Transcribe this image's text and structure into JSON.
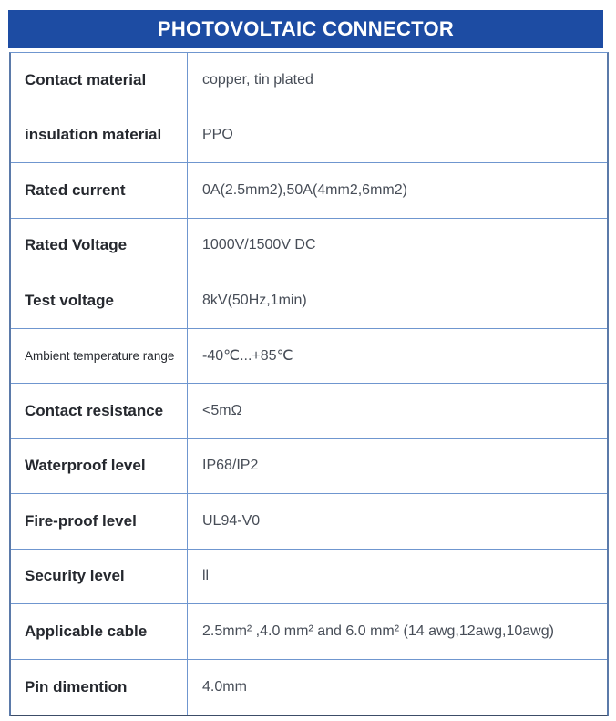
{
  "header": {
    "title": "PHOTOVOLTAIC CONNECTOR"
  },
  "table": {
    "rows": [
      {
        "label": "Contact material",
        "value": "copper, tin plated"
      },
      {
        "label": "insulation material",
        "value": "PPO"
      },
      {
        "label": "Rated current",
        "value": "0A(2.5mm2),50A(4mm2,6mm2)"
      },
      {
        "label": "Rated Voltage",
        "value": "1000V/1500V DC"
      },
      {
        "label": "Test voltage",
        "value": "8kV(50Hz,1min)"
      },
      {
        "label": "Ambient temperature range",
        "value": "-40℃...+85℃"
      },
      {
        "label": "Contact resistance",
        "value": "<5mΩ"
      },
      {
        "label": "Waterproof level",
        "value": "IP68/IP2"
      },
      {
        "label": "Fire-proof level",
        "value": "UL94-V0"
      },
      {
        "label": "Security level",
        "value": "ll"
      },
      {
        "label": "Applicable cable",
        "value": "2.5mm² ,4.0 mm² and 6.0 mm² (14 awg,12awg,10awg)"
      },
      {
        "label": "Pin dimention",
        "value": "4.0mm"
      }
    ]
  },
  "colors": {
    "header_bg": "#1d4ca3",
    "header_text": "#ffffff",
    "grid_line": "#6f96cf",
    "outer_border": "#5b7aa9",
    "bottom_border": "#3c4d68",
    "label_text": "#25282e",
    "value_text": "#474d57"
  }
}
